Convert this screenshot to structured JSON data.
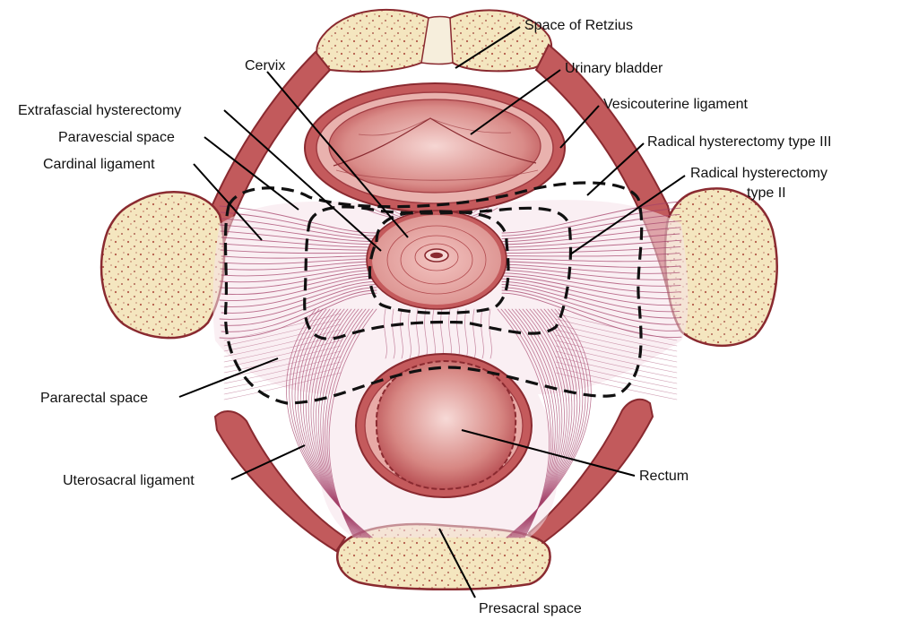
{
  "labels": {
    "space_of_retzius": "Space of Retzius",
    "urinary_bladder": "Urinary bladder",
    "cervix": "Cervix",
    "extrafascial_hysterectomy": "Extrafascial hysterectomy",
    "vesicouterine_ligament": "Vesicouterine ligament",
    "paravesical_space": "Paravescial space",
    "radical_type_iii": "Radical hysterectomy type III",
    "cardinal_ligament": "Cardinal ligament",
    "radical_type_ii_line1": "Radical hysterectomy",
    "radical_type_ii_line2": "type II",
    "pararectal_space": "Pararectal space",
    "uterosacral_ligament": "Uterosacral ligament",
    "rectum": "Rectum",
    "presacral_space": "Presacral space"
  },
  "colors": {
    "tissue_light": "#f2c9c6",
    "tissue_dark": "#b3474a",
    "ligament_fiber": "#a4426a",
    "bone": "#f4e6bf",
    "bone_outline": "#8a2a30",
    "boundary": "#111111"
  }
}
